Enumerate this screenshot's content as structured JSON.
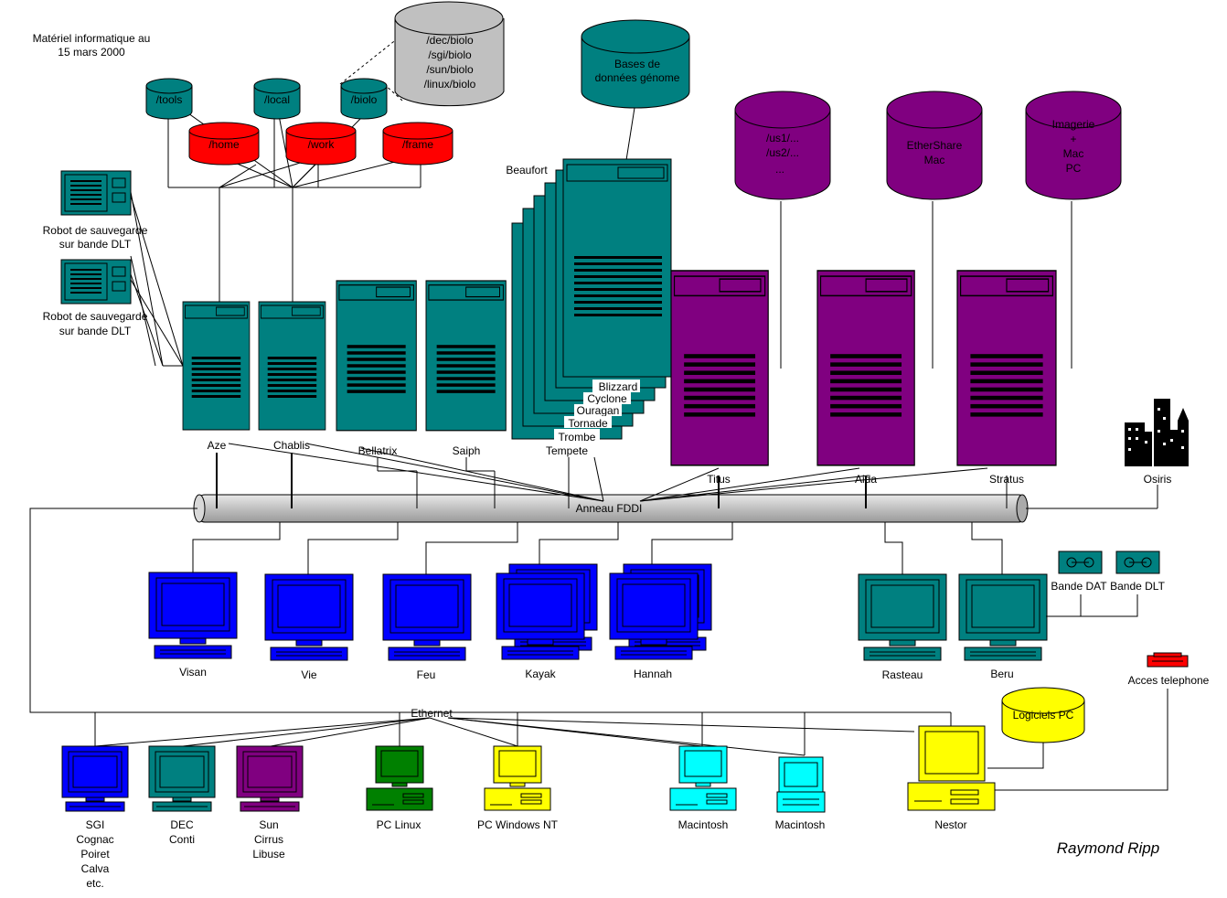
{
  "title": {
    "line1": "Matériel informatique au",
    "line2": "15 mars 2000"
  },
  "author": "Raymond Ripp",
  "colors": {
    "teal": "#008080",
    "red": "#ff0000",
    "purple": "#800080",
    "blue": "#0000ff",
    "green": "#008000",
    "cyan": "#00ffff",
    "yellow": "#ffff00",
    "gray": "#c0c0c0"
  },
  "disks": {
    "tools": "/tools",
    "local": "/local",
    "biolo": "/biolo",
    "home": "/home",
    "work": "/work",
    "frame": "/frame",
    "biolo_paths": [
      "/dec/biolo",
      "/sgi/biolo",
      "/sun/biolo",
      "/linux/biolo"
    ],
    "genome": [
      "Bases de",
      "données génome"
    ],
    "usr": [
      "/us1/...",
      "/us2/...",
      "..."
    ],
    "ethershare": [
      "EtherShare",
      "Mac"
    ],
    "imagerie": [
      "Imagerie",
      "+",
      "Mac",
      "PC"
    ],
    "logiciels_pc": "Logiciels PC"
  },
  "robots": [
    [
      "Robot de sauvegarde",
      "sur bande DLT"
    ],
    [
      "Robot de sauvegarde",
      "sur bande DLT"
    ]
  ],
  "servers": {
    "aze": "Aze",
    "chablis": "Chablis",
    "bellatrix": "Bellatrix",
    "saiph": "Saiph",
    "beaufort": "Beaufort",
    "stack": [
      "Blizzard",
      "Cyclone",
      "Ouragan",
      "Tornade",
      "Trombe",
      "Tempete"
    ],
    "titus": "Titus",
    "aida": "Aida",
    "stratus": "Stratus",
    "osiris": "Osiris"
  },
  "networks": {
    "fddi": "Anneau FDDI",
    "ethernet": "Ethernet"
  },
  "workstations": {
    "visan": "Visan",
    "vie": "Vie",
    "feu": "Feu",
    "kayak": "Kayak",
    "hannah": "Hannah",
    "rasteau": "Rasteau",
    "beru": "Beru"
  },
  "tapes": {
    "dat": "Bande DAT",
    "dlt": "Bande DLT"
  },
  "phone": "Acces telephone",
  "clients": {
    "sgi": [
      "SGI",
      "Cognac",
      "Poiret",
      "Calva",
      "etc."
    ],
    "dec": [
      "DEC",
      "Conti"
    ],
    "sun": [
      "Sun",
      "Cirrus",
      "Libuse"
    ],
    "pc_linux": "PC Linux",
    "pc_nt": "PC Windows NT",
    "mac1": "Macintosh",
    "mac2": "Macintosh",
    "nestor": "Nestor"
  }
}
